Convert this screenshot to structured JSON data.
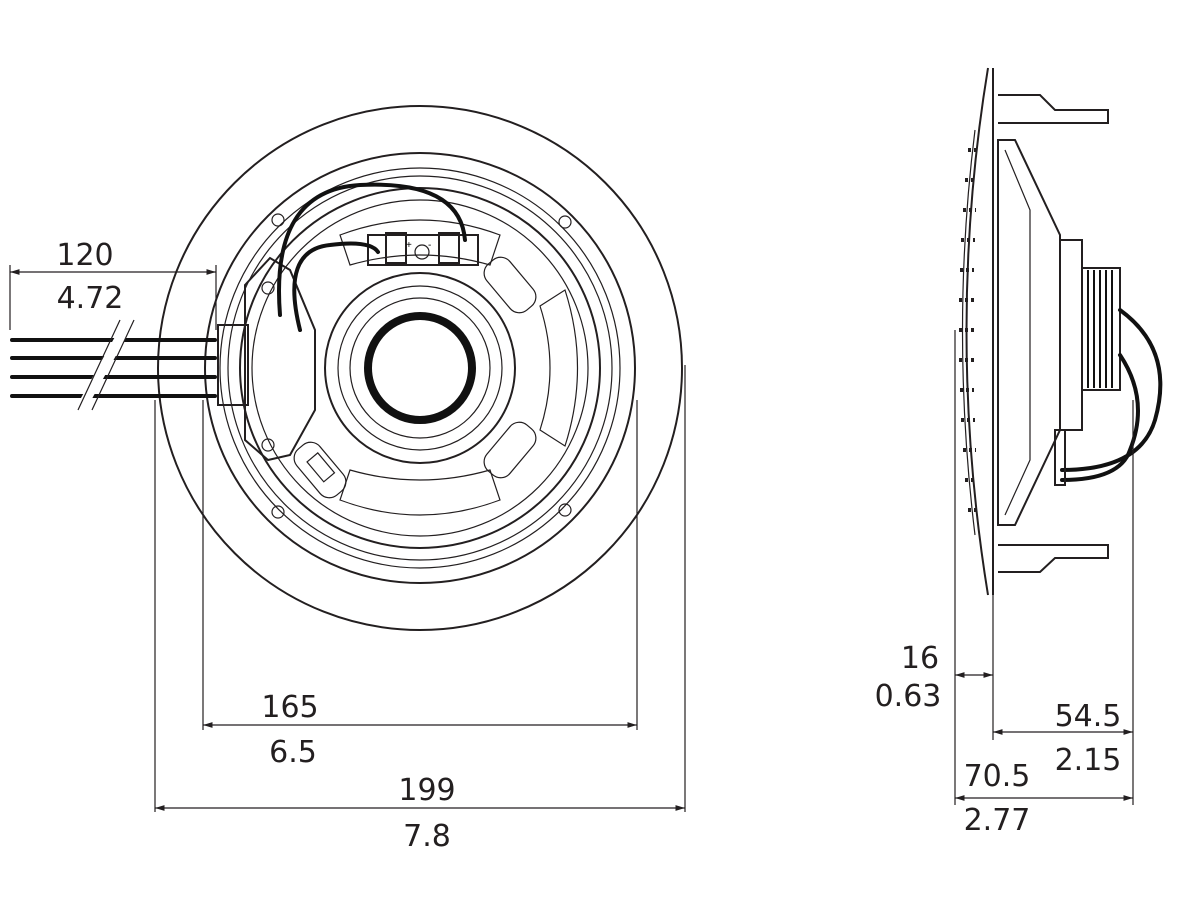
{
  "title": "Speaker dimension drawing",
  "dimensions": {
    "wire_length": {
      "mm": "120",
      "in": "4.72"
    },
    "cutout": {
      "mm": "165",
      "in": "6.5"
    },
    "outer_diameter": {
      "mm": "199",
      "in": "7.8"
    },
    "grille_depth": {
      "mm": "16",
      "in": "0.63"
    },
    "mount_depth": {
      "mm": "54.5",
      "in": "2.15"
    },
    "total_depth": {
      "mm": "70.5",
      "in": "2.77"
    }
  },
  "terminal_marks": {
    "plus": "+",
    "minus": "-"
  }
}
